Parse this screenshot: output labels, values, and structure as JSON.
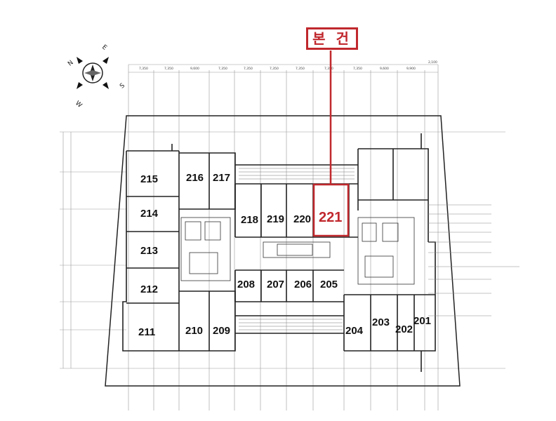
{
  "highlight": {
    "label": "본 건",
    "unit": "221",
    "color": "#c0282d"
  },
  "compass": {
    "n": "N",
    "e": "E",
    "s": "S",
    "w": "W"
  },
  "rooms": {
    "r201": "201",
    "r202": "202",
    "r203": "203",
    "r204": "204",
    "r205": "205",
    "r206": "206",
    "r207": "207",
    "r208": "208",
    "r209": "209",
    "r210": "210",
    "r211": "211",
    "r212": "212",
    "r213": "213",
    "r214": "214",
    "r215": "215",
    "r216": "216",
    "r217": "217",
    "r218": "218",
    "r219": "219",
    "r220": "220"
  },
  "dimensions": [
    "7,350",
    "7,350",
    "9,600",
    "7,350",
    "7,350",
    "7,350",
    "7,350",
    "7,350",
    "7,350",
    "9,600",
    "9,900",
    "2,100"
  ]
}
